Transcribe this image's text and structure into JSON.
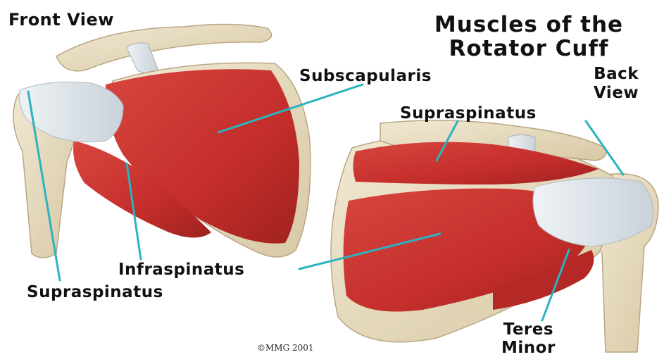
{
  "title": {
    "line1": "Muscles of the",
    "line2": "Rotator Cuff"
  },
  "views": {
    "front": "Front View",
    "back_line1": "Back",
    "back_line2": "View"
  },
  "labels": {
    "subscapularis": "Subscapularis",
    "supraspinatus_back": "Supraspinatus",
    "infraspinatus": "Infraspinatus",
    "supraspinatus_front": "Supraspinatus",
    "teres_line1": "Teres",
    "teres_line2": "Minor"
  },
  "copyright": "©MMG 2001",
  "colors": {
    "muscle": "#c8322f",
    "bone": "#e8dcc0",
    "tendon": "#dfe5ea",
    "leader": "#2bb3c0"
  }
}
